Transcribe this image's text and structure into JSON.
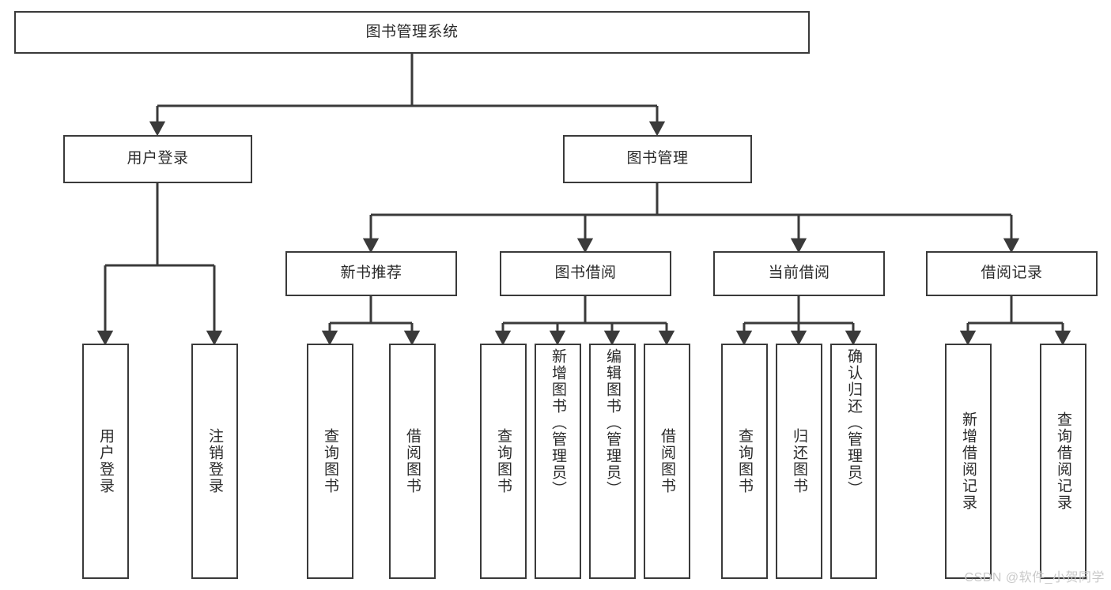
{
  "diagram": {
    "title": "图书管理系统",
    "type": "tree-hierarchy",
    "root": {
      "id": "root",
      "label": "图书管理系统"
    },
    "level2": [
      {
        "id": "user-login",
        "label": "用户登录"
      },
      {
        "id": "book-manage",
        "label": "图书管理"
      }
    ],
    "level3": [
      {
        "id": "new-book-recommend",
        "label": "新书推荐",
        "parent": "book-manage"
      },
      {
        "id": "book-borrow",
        "label": "图书借阅",
        "parent": "book-manage"
      },
      {
        "id": "current-borrow",
        "label": "当前借阅",
        "parent": "book-manage"
      },
      {
        "id": "borrow-record",
        "label": "借阅记录",
        "parent": "book-manage"
      }
    ],
    "leaves": {
      "user_login": [
        {
          "id": "leaf-user-login",
          "label": "用户登录"
        },
        {
          "id": "leaf-user-logout",
          "label": "注销登录"
        }
      ],
      "new_book_recommend": [
        {
          "id": "leaf-query-book-1",
          "label": "查询图书"
        },
        {
          "id": "leaf-borrow-book-1",
          "label": "借阅图书"
        }
      ],
      "book_borrow": [
        {
          "id": "leaf-query-book-2",
          "label": "查询图书"
        },
        {
          "id": "leaf-add-book",
          "label": "新增图书（管理员）"
        },
        {
          "id": "leaf-edit-book",
          "label": "编辑图书（管理员）"
        },
        {
          "id": "leaf-borrow-book-2",
          "label": "借阅图书"
        }
      ],
      "current_borrow": [
        {
          "id": "leaf-query-book-3",
          "label": "查询图书"
        },
        {
          "id": "leaf-return-book",
          "label": "归还图书"
        },
        {
          "id": "leaf-confirm-return",
          "label": "确认归还（管理员）"
        }
      ],
      "borrow_record": [
        {
          "id": "leaf-add-record",
          "label": "新增借阅记录"
        },
        {
          "id": "leaf-query-record",
          "label": "查询借阅记录"
        }
      ]
    }
  },
  "watermark": {
    "text": "CSDN @软件_小贺同学",
    "color": "#c9c9c9"
  },
  "style": {
    "stroke": "#3a3a3a",
    "background": "#ffffff",
    "text_color": "#2b2b2b"
  }
}
